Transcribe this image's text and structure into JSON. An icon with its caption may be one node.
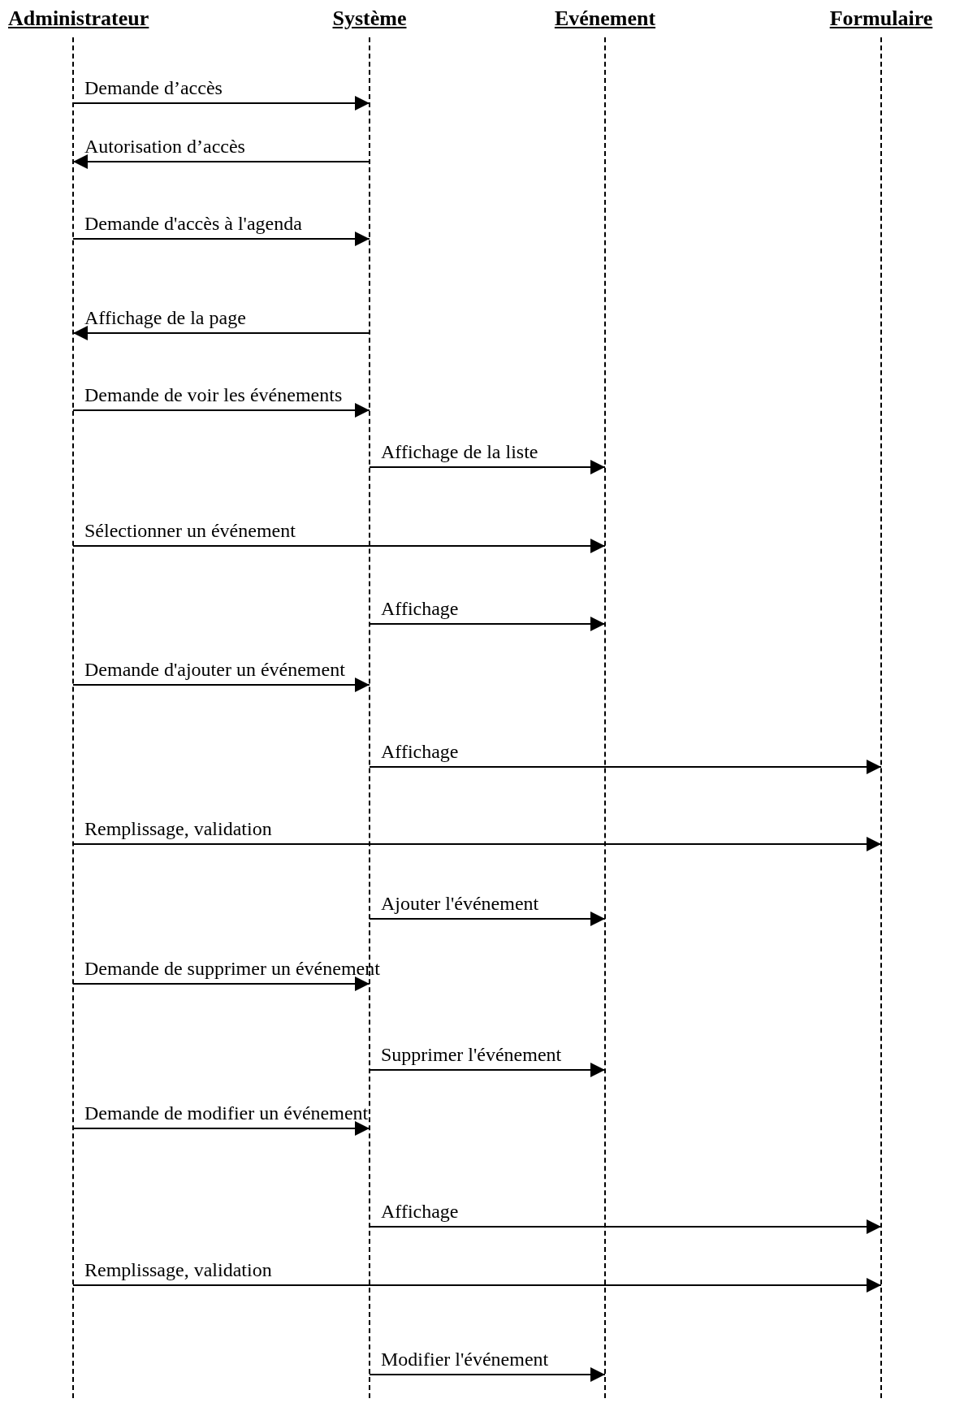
{
  "diagram": {
    "nodes": [
      {
        "text": [
          "Administrateur"
        ]
      },
      {
        "text": [
          "Système"
        ]
      },
      {
        "text": [
          "Evénement"
        ]
      },
      {
        "text": [
          "Formulaire"
        ]
      }
    ],
    "edges": [
      {
        "from": 0,
        "to": 1,
        "arrow": "to",
        "label": "Demande d’accès"
      },
      {
        "from": 1,
        "to": 0,
        "arrow": "to",
        "label": "Autorisation d’accès"
      },
      {
        "from": 0,
        "to": 1,
        "arrow": "to",
        "label": "Demande d'accès à l'agenda"
      },
      {
        "from": 1,
        "to": 0,
        "arrow": "to",
        "label": "Affichage de la page"
      },
      {
        "from": 0,
        "to": 1,
        "arrow": "to",
        "label": "Demande de voir les événements"
      },
      {
        "from": 1,
        "to": 2,
        "arrow": "to",
        "label": "Affichage de la liste"
      },
      {
        "from": 0,
        "to": 2,
        "arrow": "to",
        "label": "Sélectionner un événement"
      },
      {
        "from": 1,
        "to": 2,
        "arrow": "to",
        "label": "Affichage"
      },
      {
        "from": 0,
        "to": 1,
        "arrow": "to",
        "label": "Demande d'ajouter un événement"
      },
      {
        "from": 1,
        "to": 3,
        "arrow": "to",
        "label": "Affichage"
      },
      {
        "from": 0,
        "to": 3,
        "arrow": "to",
        "label": "Remplissage, validation"
      },
      {
        "from": 1,
        "to": 2,
        "arrow": "to",
        "label": "Ajouter l'événement"
      },
      {
        "from": 0,
        "to": 1,
        "arrow": "to",
        "label": "Demande de supprimer un événement"
      },
      {
        "from": 1,
        "to": 2,
        "arrow": "to",
        "label": "Supprimer l'événement"
      },
      {
        "from": 0,
        "to": 1,
        "arrow": "to",
        "label": "Demande de modifier un événement"
      },
      {
        "from": 1,
        "to": 3,
        "arrow": "to",
        "label": "Affichage"
      },
      {
        "from": 0,
        "to": 3,
        "arrow": "to",
        "label": "Remplissage, validation"
      },
      {
        "from": 1,
        "to": 2,
        "arrow": "to",
        "label": "Modifier l'événement"
      }
    ]
  }
}
